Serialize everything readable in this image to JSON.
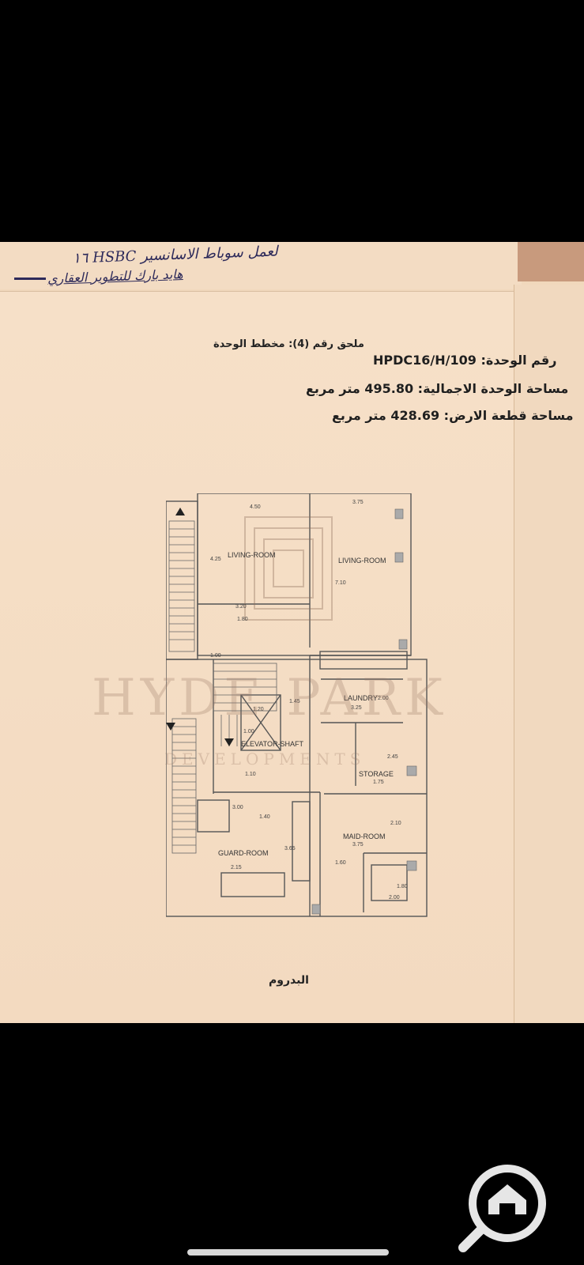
{
  "handwriting": {
    "line1": "١٦ HSBC لعمل سوباط الاسانسير",
    "line2": "هايد بارك للتطوير العقاري"
  },
  "header": {
    "annex_title": "ملحق رقم (4): مخطط الوحدة",
    "unit_number_label": "رقم الوحدة:",
    "unit_number_value": "HPDC16/H/109",
    "total_area_label": "مساحة الوحدة الاجمالية:",
    "total_area_value": "495.80",
    "total_area_unit": "متر مربع",
    "plot_area_label": "مساحة قطعة الارض:",
    "plot_area_value": "428.69",
    "plot_area_unit": "متر مربع"
  },
  "plan": {
    "rooms": {
      "living1": "LIVING-ROOM",
      "living2": "LIVING-ROOM",
      "laundry": "LAUNDRY",
      "elevator": "ELEVATOR-SHAFT",
      "storage": "STORAGE",
      "maid": "MAID-ROOM",
      "guard": "GUARD-ROOM"
    },
    "dims": {
      "d450": "4.50",
      "d375a": "3.75",
      "d425": "4.25",
      "d710": "7.10",
      "d320": "3.20",
      "d180a": "1.80",
      "d100a": "1.00",
      "d120": "1.20",
      "d145": "1.45",
      "d200a": "2.00",
      "d325": "3.25",
      "d100b": "1.00",
      "d110": "1.10",
      "d245": "2.45",
      "d175": "1.75",
      "d300": "3.00",
      "d140": "1.40",
      "d210": "2.10",
      "d375b": "3.75",
      "d365": "3.65",
      "d160": "1.60",
      "d215": "2.15",
      "d180b": "1.80",
      "d200b": "2.00"
    }
  },
  "watermark": {
    "line1": "HYDE PARK",
    "line2": "DEVELOPMENTS"
  },
  "footer": {
    "floor_label": "البدروم"
  },
  "colors": {
    "paper": "#f5dec4",
    "ink": "#2d2a5a",
    "background": "#000000"
  }
}
